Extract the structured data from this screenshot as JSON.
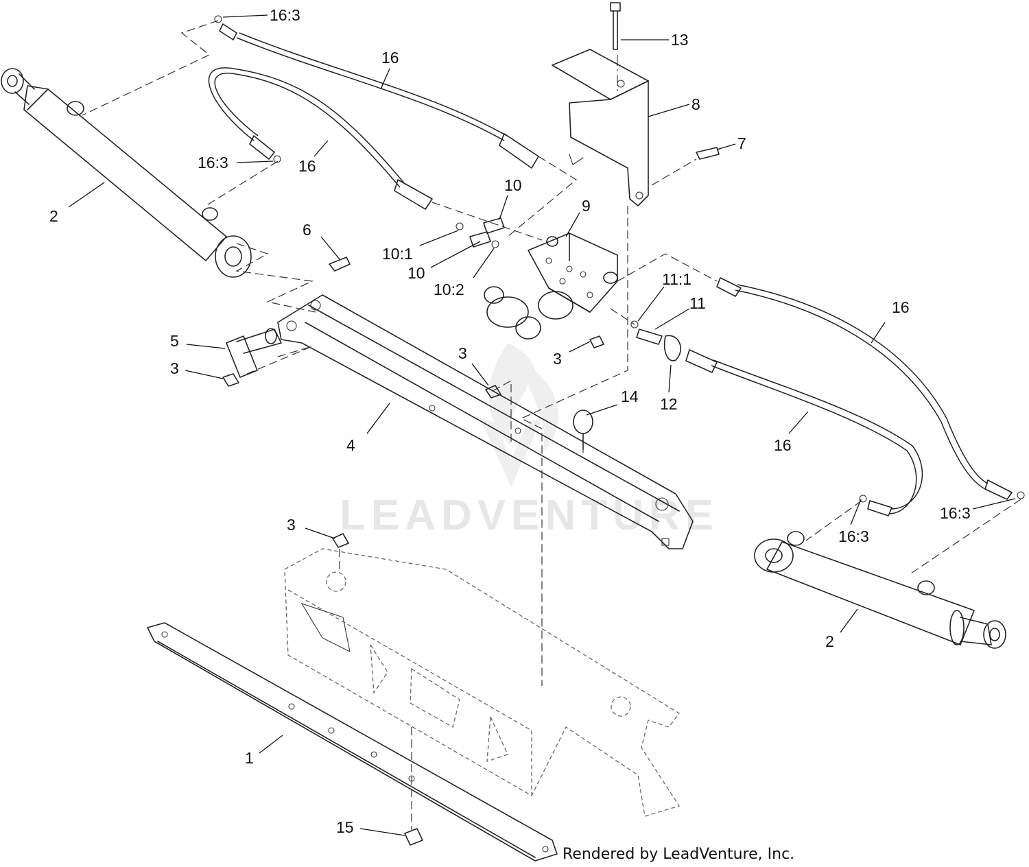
{
  "credit": "Rendered by LeadVenture, Inc.",
  "watermark": "LEADVENTURE",
  "callouts": [
    {
      "id": "c1",
      "label": "16:3"
    },
    {
      "id": "c2",
      "label": "13"
    },
    {
      "id": "c3",
      "label": "16"
    },
    {
      "id": "c4",
      "label": "8"
    },
    {
      "id": "c5",
      "label": "7"
    },
    {
      "id": "c6",
      "label": "16:3"
    },
    {
      "id": "c7",
      "label": "16"
    },
    {
      "id": "c8",
      "label": "2"
    },
    {
      "id": "c9",
      "label": "10"
    },
    {
      "id": "c10",
      "label": "9"
    },
    {
      "id": "c11",
      "label": "6"
    },
    {
      "id": "c12",
      "label": "10:1"
    },
    {
      "id": "c13",
      "label": "10"
    },
    {
      "id": "c14",
      "label": "10:2"
    },
    {
      "id": "c15",
      "label": "11:1"
    },
    {
      "id": "c16",
      "label": "11"
    },
    {
      "id": "c17",
      "label": "16"
    },
    {
      "id": "c18",
      "label": "5"
    },
    {
      "id": "c19",
      "label": "3"
    },
    {
      "id": "c20",
      "label": "3"
    },
    {
      "id": "c21",
      "label": "3"
    },
    {
      "id": "c22",
      "label": "12"
    },
    {
      "id": "c23",
      "label": "14"
    },
    {
      "id": "c24",
      "label": "4"
    },
    {
      "id": "c25",
      "label": "16"
    },
    {
      "id": "c26",
      "label": "3"
    },
    {
      "id": "c27",
      "label": "16:3"
    },
    {
      "id": "c28",
      "label": "16:3"
    },
    {
      "id": "c29",
      "label": "2"
    },
    {
      "id": "c30",
      "label": "1"
    },
    {
      "id": "c31",
      "label": "15"
    }
  ]
}
